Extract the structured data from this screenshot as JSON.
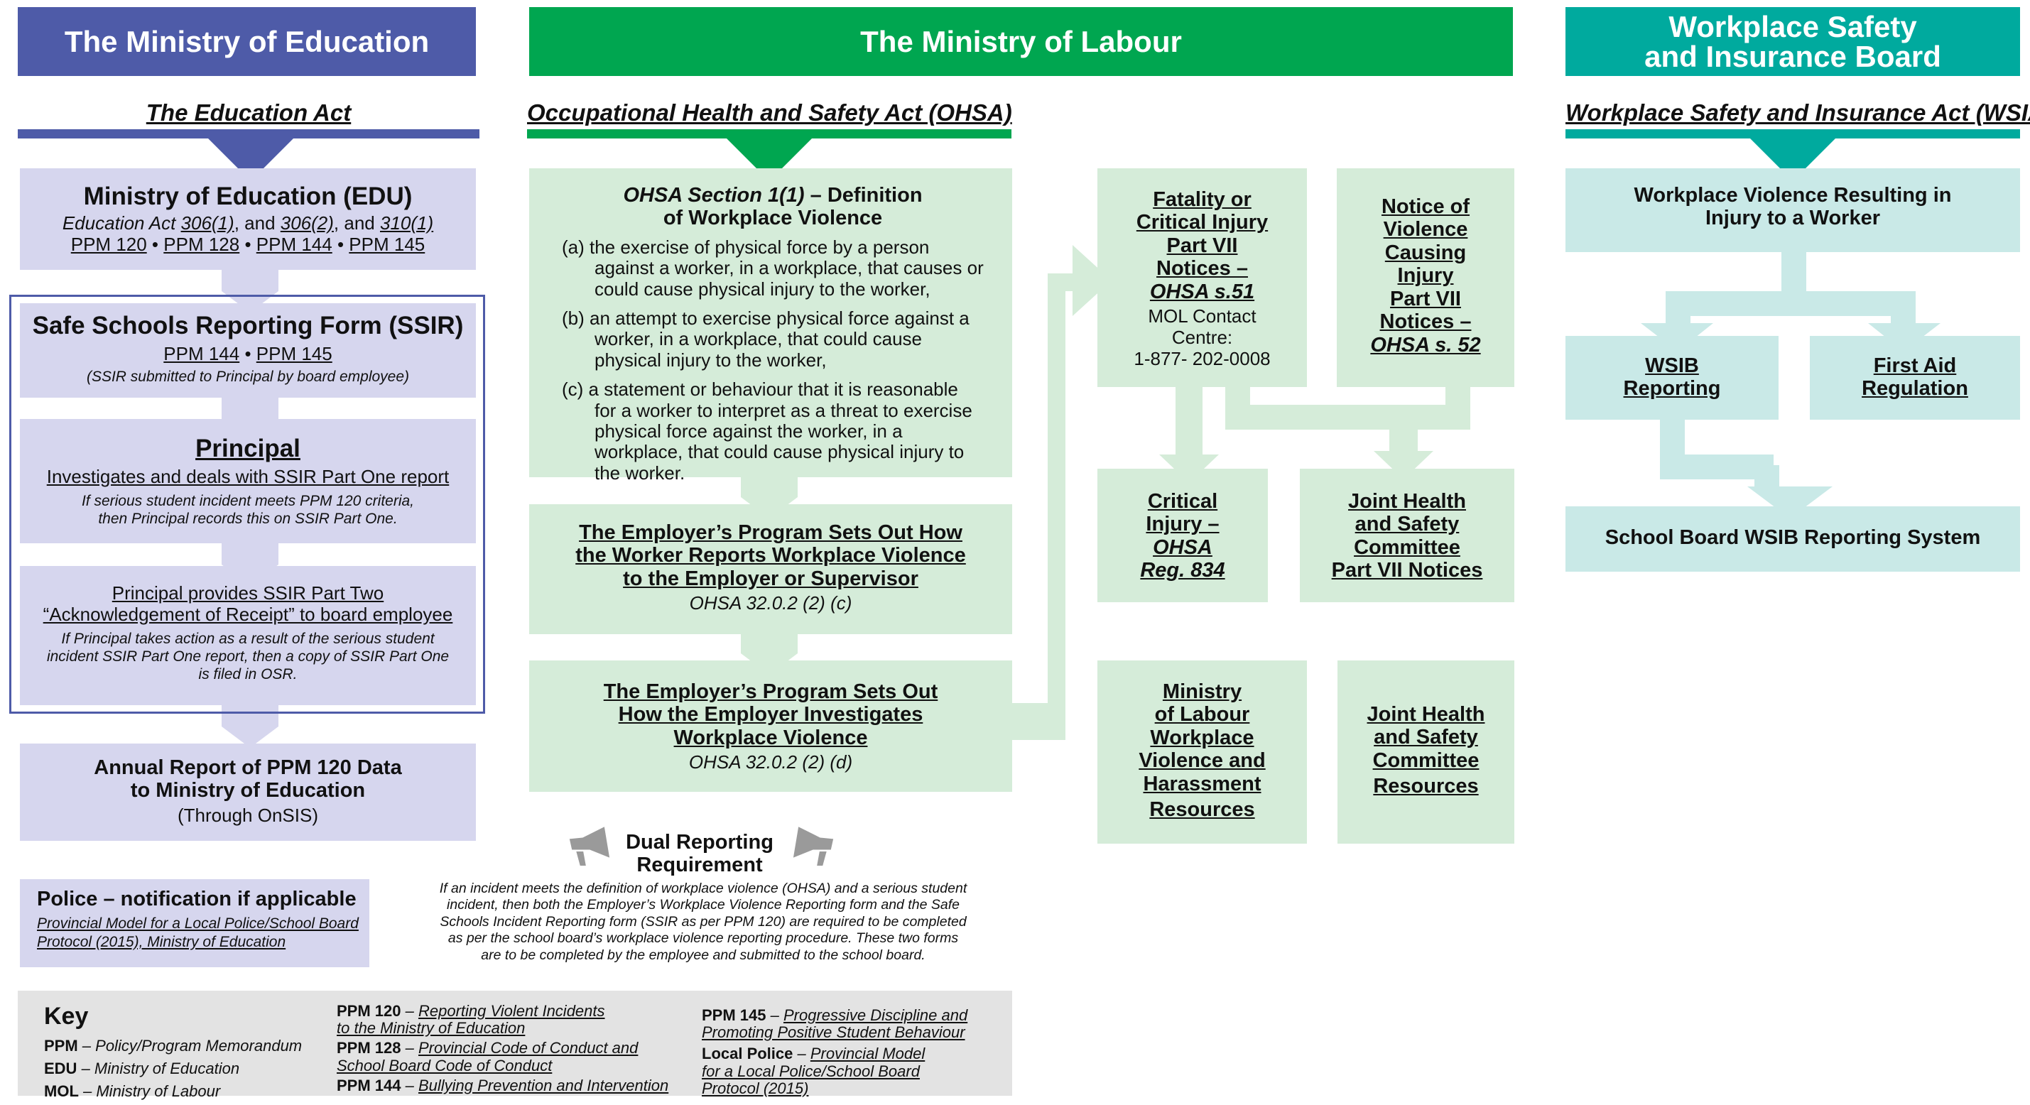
{
  "colors": {
    "edu_header": "#4e5ba8",
    "edu_box": "#d6d6ee",
    "labour_header": "#00a650",
    "labour_box": "#d5ecd9",
    "wsib_header": "#00aa9e",
    "wsib_box": "#c9e9e7",
    "key_box": "#e3e3e3"
  },
  "headers": {
    "edu": "The Ministry of Education",
    "labour": "The Ministry of Labour",
    "wsib_line1": "Workplace Safety",
    "wsib_line2": "and Insurance Board"
  },
  "acts": {
    "edu": "The Education Act",
    "labour": "Occupational Health and Safety Act (OHSA)",
    "wsib": "Workplace Safety and Insurance Act (WSIA)"
  },
  "edu": {
    "ministry": {
      "title": "Ministry of Education (EDU)",
      "act_prefix": "Education Act ",
      "act_ref1": "306(1)",
      "act_sep1": ", and ",
      "act_ref2": "306(2)",
      "act_sep2": ", and ",
      "act_ref3": "310(1)",
      "ppm1": "PPM 120",
      "ppm2": "PPM 128",
      "ppm3": "PPM 144",
      "ppm4": "PPM 145",
      "bullet": " • "
    },
    "ssir": {
      "title": "Safe Schools Reporting Form (SSIR)",
      "ppm1": "PPM 144",
      "ppm2": "PPM 145",
      "bullet": " • ",
      "note": "(SSIR submitted to Principal by board employee)"
    },
    "principal": {
      "title": "Principal",
      "line": "Investigates and deals with SSIR Part One report",
      "note1": "If serious student incident meets PPM 120 criteria,",
      "note2": "then Principal records this on SSIR Part One."
    },
    "part_two": {
      "line1": "Principal provides  SSIR Part Two",
      "line2": "“Acknowledgement of Receipt” to board employee",
      "note1": "If Principal takes action as a result of the serious student",
      "note2": "incident SSIR Part One report, then a copy of SSIR Part One",
      "note3": "is filed in OSR."
    },
    "annual": {
      "line1": "Annual Report of PPM 120 Data",
      "line2": "to Ministry of Education",
      "line3": "(Through OnSIS)"
    },
    "police": {
      "title": "Police – notification if applicable",
      "link1": "Provincial Model for a Local Police/School Board",
      "link2": "Protocol (2015), Ministry of Education"
    }
  },
  "labour": {
    "definition": {
      "title_prefix": "OHSA Section 1(1)",
      "title_suffix": " – Definition",
      "title_line2": "of Workplace Violence",
      "items": [
        "(a) the exercise of physical force by a person against a worker, in a workplace, that causes or could cause physical injury to the worker,",
        "(b) an attempt to exercise physical force against a worker, in a workplace, that could cause physical injury to the worker,",
        "(c) a statement or behaviour that it is reasonable for a worker to interpret as a threat to exercise physical force against the worker, in a workplace, that could cause physical injury to the worker."
      ]
    },
    "program_reports": {
      "line1": "The Employer’s Program Sets Out How",
      "line2": "the Worker Reports Workplace Violence",
      "line3": "to the Employer or Supervisor",
      "ref": "OHSA 32.0.2 (2) (c)"
    },
    "program_investigates": {
      "line1": "The Employer’s Program Sets Out",
      "line2": "How the Employer Investigates",
      "line3": "Workplace Violence",
      "ref": "OHSA 32.0.2 (2) (d)"
    },
    "fatality": {
      "l1": "Fatality or",
      "l2": "Critical Injury",
      "l3": "Part VII",
      "l4": "Notices –",
      "l5": "OHSA s.51",
      "c1": "MOL Contact",
      "c2": "Centre:",
      "c3": "1-877- 202-0008"
    },
    "notice_violence": {
      "l1": "Notice of",
      "l2": "Violence",
      "l3": "Causing",
      "l4": "Injury",
      "l5": "Part VII",
      "l6": "Notices –",
      "l7": "OHSA s. 52"
    },
    "critical_injury": {
      "l1": "Critical",
      "l2": "Injury –",
      "l3": "OHSA",
      "l4": "Reg. 834"
    },
    "jhsc_notices": {
      "l1": "Joint Health",
      "l2": "and Safety",
      "l3": "Committee",
      "l4": "Part VII Notices"
    },
    "mol_resources": {
      "l1": "Ministry",
      "l2": "of Labour",
      "l3": "Workplace",
      "l4": "Violence and",
      "l5": "Harassment",
      "l6": "Resources"
    },
    "jhsc_resources": {
      "l1": "Joint Health",
      "l2": "and Safety",
      "l3": "Committee",
      "l4": "Resources"
    },
    "dual": {
      "title1": "Dual Reporting",
      "title2": "Requirement",
      "text1": "If an incident meets the definition of workplace violence (OHSA) and a serious student",
      "text2": "incident, then both the Employer’s Workplace Violence Reporting form and the Safe",
      "text3": "Schools Incident Reporting form (SSIR as per PPM 120) are required to be completed",
      "text4": "as per the school board’s workplace violence reporting procedure. These two forms",
      "text5": "are to be completed by the employee and submitted to the school board.",
      "icon_left": "megaphone-icon",
      "icon_right": "megaphone-icon"
    }
  },
  "wsib": {
    "injury": {
      "l1": "Workplace Violence Resulting in",
      "l2": "Injury to a Worker"
    },
    "reporting": {
      "l1": "WSIB",
      "l2": "Reporting"
    },
    "first_aid": {
      "l1": "First Aid",
      "l2": "Regulation"
    },
    "system": "School Board WSIB Reporting System"
  },
  "key": {
    "title": "Key",
    "ppm_abbr": "PPM",
    "ppm_def": " – Policy/Program Memorandum",
    "edu_abbr": "EDU",
    "edu_def": " – Ministry of Education",
    "mol_abbr": "MOL",
    "mol_def": " – Ministry of Labour",
    "ppm120_abbr": "PPM 120",
    "ppm120_l1": "Reporting Violent Incidents",
    "ppm120_l2": "to the Ministry of Education",
    "ppm128_abbr": "PPM 128",
    "ppm128_l1": "Provincial Code of Conduct and",
    "ppm128_l2": "School Board Code of Conduct",
    "ppm144_abbr": "PPM 144",
    "ppm144_l1": "Bullying Prevention and Intervention",
    "ppm145_abbr": "PPM 145",
    "ppm145_l1": "Progressive Discipline and",
    "ppm145_l2": "Promoting Positive Student Behaviour",
    "police_abbr": "Local Police",
    "police_l1": "Provincial Model",
    "police_l2": "for a Local Police/School Board",
    "police_l3": "Protocol (2015)",
    "dash": " – "
  }
}
